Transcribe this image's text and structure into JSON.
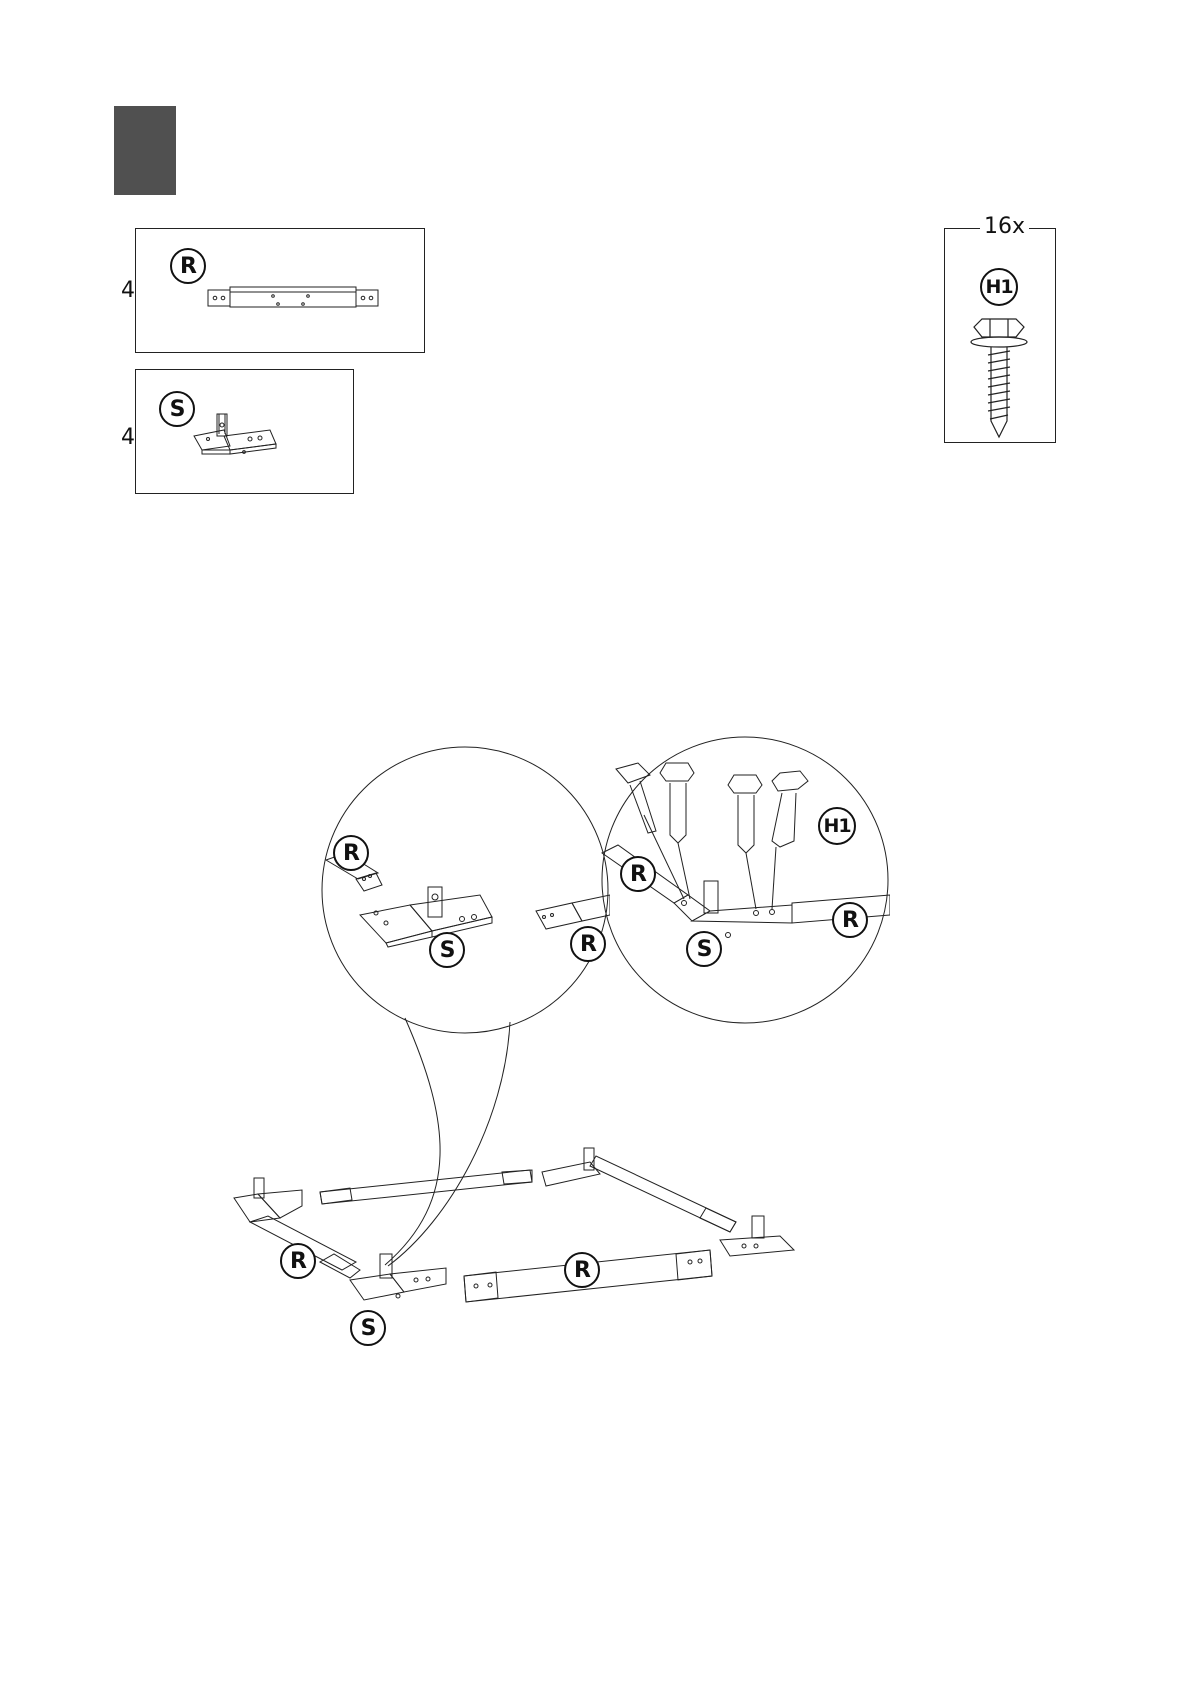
{
  "parts": {
    "R": {
      "label": "R",
      "quantity": "4x"
    },
    "S": {
      "label": "S",
      "quantity": "4x"
    },
    "H1": {
      "label": "H1",
      "quantity": "16x"
    }
  },
  "callouts": {
    "detail_left": [
      "R",
      "S",
      "R"
    ],
    "detail_right": [
      "R",
      "S",
      "R",
      "H1"
    ],
    "main": [
      "R",
      "R",
      "S"
    ]
  }
}
